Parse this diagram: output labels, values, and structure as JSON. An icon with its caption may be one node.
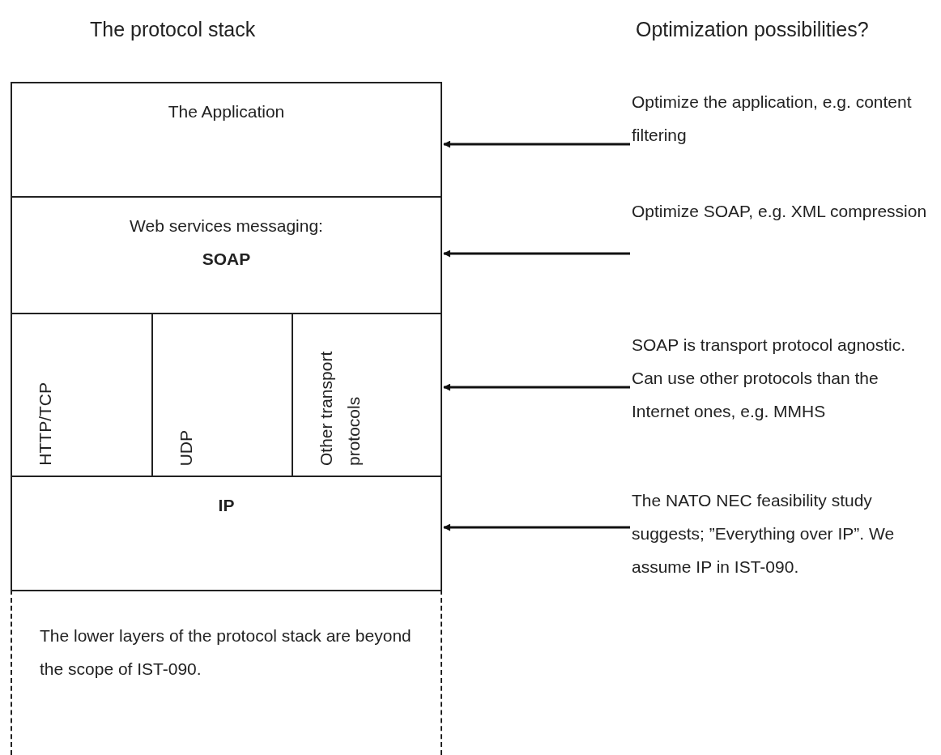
{
  "diagram": {
    "nodes": [
      {
        "text": [
          "The Application"
        ]
      },
      {
        "text": [
          "Web services messaging:",
          "SOAP"
        ]
      },
      {
        "text": [
          "HTTP/TCP"
        ]
      },
      {
        "text": [
          "UDP"
        ]
      },
      {
        "text": [
          "Other transport protocols"
        ]
      },
      {
        "text": [
          "IP"
        ]
      },
      {
        "text": [
          "The lower layers of the protocol stack are beyond the scope of IST-090."
        ]
      },
      {
        "text": [
          "Optimize the application, e.g. content filtering"
        ]
      },
      {
        "text": [
          "Optimize SOAP, e.g. XML compression"
        ]
      },
      {
        "text": [
          "SOAP is transport protocol agnostic.  Can use other protocols than the Internet ones, e.g. MMHS"
        ]
      },
      {
        "text": [
          "The NATO NEC feasibility study suggests; ”Everything over IP”. We assume IP in IST-090."
        ]
      }
    ],
    "edges": [
      {
        "from": 7,
        "to": 0,
        "arrow": "to"
      },
      {
        "from": 8,
        "to": 1,
        "arrow": "to"
      },
      {
        "from": 9,
        "to": 4,
        "arrow": "to"
      },
      {
        "from": 10,
        "to": 5,
        "arrow": "to"
      }
    ],
    "labels": [
      "The protocol stack",
      "Optimization possibilities?"
    ]
  }
}
